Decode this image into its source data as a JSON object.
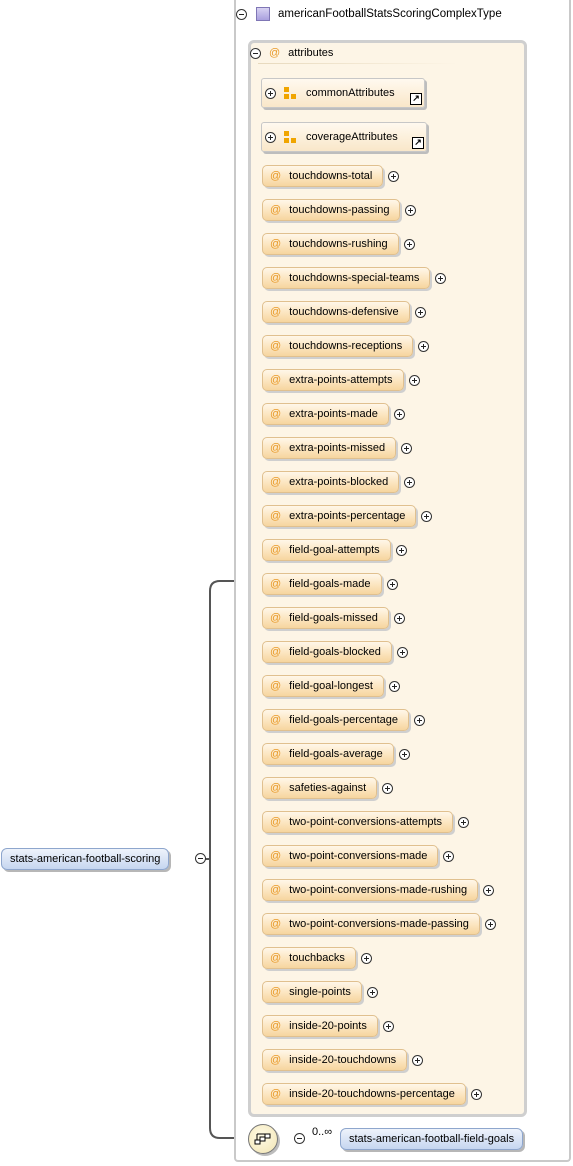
{
  "complex_type": {
    "name": "americanFootballStatsScoringComplexType"
  },
  "attributes_group": {
    "at_symbol": "@",
    "label": "attributes",
    "groups": [
      {
        "name": "commonAttributes"
      },
      {
        "name": "coverageAttributes"
      }
    ],
    "items": [
      "touchdowns-total",
      "touchdowns-passing",
      "touchdowns-rushing",
      "touchdowns-special-teams",
      "touchdowns-defensive",
      "touchdowns-receptions",
      "extra-points-attempts",
      "extra-points-made",
      "extra-points-missed",
      "extra-points-blocked",
      "extra-points-percentage",
      "field-goal-attempts",
      "field-goals-made",
      "field-goals-missed",
      "field-goals-blocked",
      "field-goal-longest",
      "field-goals-percentage",
      "field-goals-average",
      "safeties-against",
      "two-point-conversions-attempts",
      "two-point-conversions-made",
      "two-point-conversions-made-rushing",
      "two-point-conversions-made-passing",
      "touchbacks",
      "single-points",
      "inside-20-points",
      "inside-20-touchdowns",
      "inside-20-touchdowns-percentage"
    ]
  },
  "root_element": {
    "name": "stats-american-football-scoring"
  },
  "child_element": {
    "name": "stats-american-football-field-goals",
    "cardinality": "0..∞"
  },
  "colors": {
    "attribute_fill": "#fbe3bb",
    "attribute_border": "#e0c08f",
    "element_fill": "#c6d6f0",
    "group_background": "#fdf5e6",
    "connector": "#555555"
  },
  "icons": {
    "expand": "plus-circle-icon",
    "collapse": "minus-circle-icon",
    "attribute": "at-sign-icon",
    "attribute_group": "attribute-group-icon",
    "link": "link-arrow-icon",
    "sequence": "sequence-compositor-icon"
  }
}
